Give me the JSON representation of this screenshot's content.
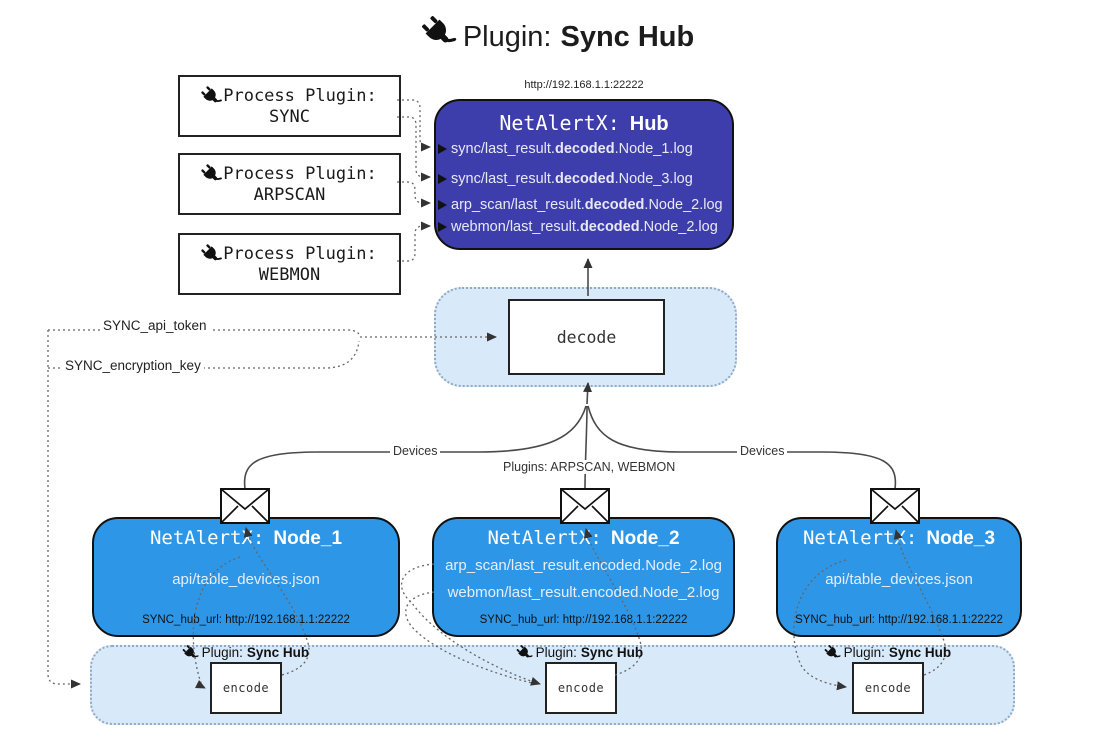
{
  "title": {
    "prefix": "Plugin:",
    "name": "Sync Hub"
  },
  "process_plugins": [
    {
      "label": "Process Plugin:",
      "name": "SYNC"
    },
    {
      "label": "Process Plugin:",
      "name": "ARPSCAN"
    },
    {
      "label": "Process Plugin:",
      "name": "WEBMON"
    }
  ],
  "hub": {
    "url": "http://192.168.1.1:22222",
    "name_prefix": "NetAlertX:",
    "name": "Hub",
    "rows": [
      {
        "pre": "sync/last_result.",
        "mid": "decoded",
        "post": ".Node_1.log"
      },
      {
        "pre": "sync/last_result.",
        "mid": "decoded",
        "post": ".Node_3.log"
      },
      {
        "pre": "arp_scan/last_result.",
        "mid": "decoded",
        "post": ".Node_2.log"
      },
      {
        "pre": "webmon/last_result.",
        "mid": "decoded",
        "post": ".Node_2.log"
      }
    ]
  },
  "decode": {
    "label": "decode"
  },
  "config": {
    "api_token": "SYNC_api_token",
    "encryption_key": "SYNC_encryption_key"
  },
  "edge_labels": {
    "devices_left": "Devices",
    "plugins_center": "Plugins: ARPSCAN, WEBMON",
    "devices_right": "Devices"
  },
  "nodes": [
    {
      "name_prefix": "NetAlertX:",
      "name": "Node_1",
      "files": [
        "api/table_devices.json"
      ],
      "hub_url": "SYNC_hub_url: http://192.168.1.1:22222"
    },
    {
      "name_prefix": "NetAlertX:",
      "name": "Node_2",
      "files": [
        "arp_scan/last_result.encoded.Node_2.log",
        "webmon/last_result.encoded.Node_2.log"
      ],
      "hub_url": "SYNC_hub_url: http://192.168.1.1:22222"
    },
    {
      "name_prefix": "NetAlertX:",
      "name": "Node_3",
      "files": [
        "api/table_devices.json"
      ],
      "hub_url": "SYNC_hub_url: http://192.168.1.1:22222"
    }
  ],
  "encoders": [
    {
      "plugin_prefix": "Plugin:",
      "plugin_name": "Sync Hub",
      "label": "encode"
    },
    {
      "plugin_prefix": "Plugin:",
      "plugin_name": "Sync Hub",
      "label": "encode"
    },
    {
      "plugin_prefix": "Plugin:",
      "plugin_name": "Sync Hub",
      "label": "encode"
    }
  ],
  "colors": {
    "hub_fill": "#3d3dab",
    "node_fill": "#2e96e6",
    "panel_fill": "#d8e9f9",
    "panel_border": "#8fa9c7"
  }
}
